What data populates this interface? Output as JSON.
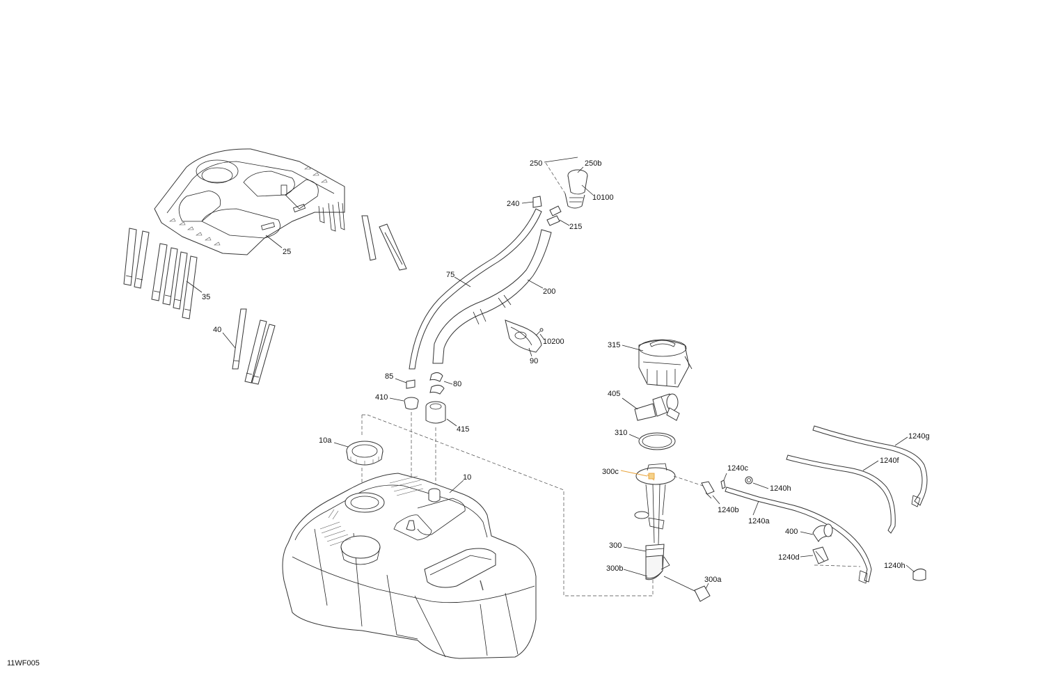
{
  "diagram": {
    "reference_code": "11WF005",
    "accent_color": "#e8a23a",
    "callouts": [
      {
        "id": "c25",
        "text": "25"
      },
      {
        "id": "c35",
        "text": "35"
      },
      {
        "id": "c40",
        "text": "40"
      },
      {
        "id": "c75",
        "text": "75"
      },
      {
        "id": "c200",
        "text": "200"
      },
      {
        "id": "c240",
        "text": "240"
      },
      {
        "id": "c250",
        "text": "250"
      },
      {
        "id": "c250b",
        "text": "250b"
      },
      {
        "id": "c10100",
        "text": "10100"
      },
      {
        "id": "c215",
        "text": "215"
      },
      {
        "id": "c10200",
        "text": "10200"
      },
      {
        "id": "c90",
        "text": "90"
      },
      {
        "id": "c85",
        "text": "85"
      },
      {
        "id": "c80",
        "text": "80"
      },
      {
        "id": "c410",
        "text": "410"
      },
      {
        "id": "c415",
        "text": "415"
      },
      {
        "id": "c10a",
        "text": "10a"
      },
      {
        "id": "c10",
        "text": "10"
      },
      {
        "id": "c315",
        "text": "315"
      },
      {
        "id": "c405",
        "text": "405"
      },
      {
        "id": "c310",
        "text": "310"
      },
      {
        "id": "c300c",
        "text": "300c"
      },
      {
        "id": "c300",
        "text": "300"
      },
      {
        "id": "c300b",
        "text": "300b"
      },
      {
        "id": "c300a",
        "text": "300a"
      },
      {
        "id": "c1240c",
        "text": "1240c"
      },
      {
        "id": "c1240h1",
        "text": "1240h"
      },
      {
        "id": "c1240b",
        "text": "1240b"
      },
      {
        "id": "c1240a",
        "text": "1240a"
      },
      {
        "id": "c400",
        "text": "400"
      },
      {
        "id": "c1240d",
        "text": "1240d"
      },
      {
        "id": "c1240f",
        "text": "1240f"
      },
      {
        "id": "c1240g",
        "text": "1240g"
      },
      {
        "id": "c1240h2",
        "text": "1240h"
      }
    ]
  }
}
